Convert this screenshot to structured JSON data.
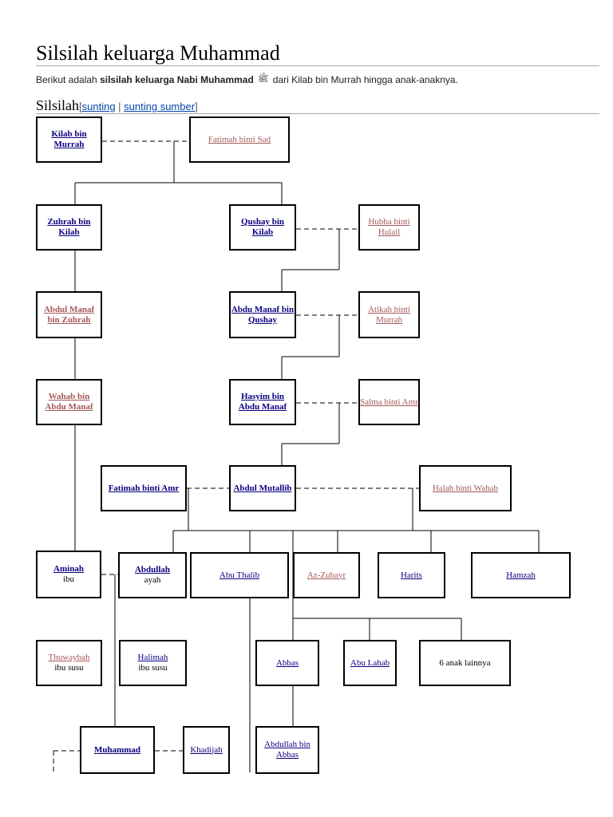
{
  "page": {
    "title": "Silsilah keluarga Muhammad",
    "intro_prefix": "Berikut adalah ",
    "intro_bold": "silsilah keluarga Nabi Muhammad",
    "intro_honorific": "ﷺ",
    "intro_suffix": " dari Kilab bin Murrah hingga anak-anaknya."
  },
  "section": {
    "heading": "Silsilah",
    "open_bracket": "[",
    "edit_label": "sunting",
    "separator": " | ",
    "edit_source_label": "sunting sumber",
    "close_bracket": "]"
  },
  "colors": {
    "existing_link": "#0b0080",
    "missing_link": "#a55858"
  },
  "tree": {
    "kilab": {
      "name": "Kilab bin Murrah"
    },
    "fatimah_sad": {
      "name": "Fatimah binti Sad"
    },
    "zuhrah": {
      "name": "Zuhrah bin Kilab"
    },
    "qushay": {
      "name": "Qushay bin Kilab"
    },
    "hubba": {
      "name": "Hubba binti Hulail"
    },
    "abdulmanaf_zuhrah": {
      "name": "Abdul Manaf bin Zuhrah"
    },
    "abdumanaf_qushay": {
      "name": "Abdu Manaf bin Qushay"
    },
    "atikah": {
      "name": "Atikah binti Murrah"
    },
    "wahab": {
      "name": "Wahab bin Abdu Manaf"
    },
    "hasyim": {
      "name": "Hasyim bin Abdu Manaf"
    },
    "salma": {
      "name": "Salma binti Amr"
    },
    "fatimah_amr": {
      "name": "Fatimah binti Amr"
    },
    "abdulmutallib": {
      "name": "Abdul Mutallib"
    },
    "halah": {
      "name": "Halah binti Wahab"
    },
    "aminah": {
      "name": "Aminah",
      "role": "ibu"
    },
    "abdullah": {
      "name": "Abdullah",
      "role": "ayah"
    },
    "abuthalib": {
      "name": "Abu Thalib"
    },
    "azzubayr": {
      "name": "Az-Zubayr"
    },
    "harits": {
      "name": "Harits"
    },
    "hamzah": {
      "name": "Hamzah"
    },
    "thuwaybah": {
      "name": "Thuwaybah",
      "role": "ibu susu"
    },
    "halimah": {
      "name": "Halimah",
      "role": "ibu susu"
    },
    "abbas": {
      "name": "Abbas"
    },
    "abulahab": {
      "name": "Abu Lahab"
    },
    "others": {
      "name": "6 anak lainnya"
    },
    "muhammad": {
      "name": "Muhammad"
    },
    "khadijah": {
      "name": "Khadijah"
    },
    "abdullah_abbas": {
      "name": "Abdullah bin Abbas"
    }
  }
}
